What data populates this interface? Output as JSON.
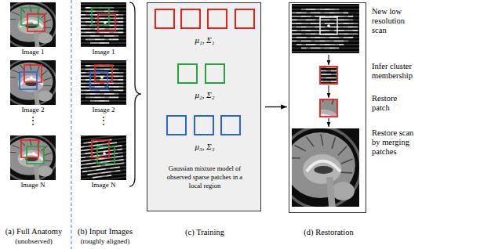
{
  "diagram": {
    "nodes": [
      {
        "text": [
          "μ₁, Σ₁",
          "μ₂, Σ₂",
          "μ₃, Σ₃",
          "Gaussian mixture model of observed sparse patches in a local region",
          "(c) Training"
        ]
      },
      {
        "text": [
          "New low resolution scan",
          "Infer cluster membership",
          "Restore patch",
          "Restore scan by merging patches",
          "(d) Restoration"
        ]
      }
    ],
    "edges": [
      {
        "from": 0,
        "to": 1,
        "arrow": "to"
      }
    ],
    "labels": [
      "Image 1",
      "Image 2",
      "⋮",
      "Image N",
      "(a) Full Anatomy",
      "(unobserved)",
      "Image 1",
      "Image 2",
      "⋮",
      "Image N",
      "(b) Input Images",
      "(roughly aligned)"
    ]
  }
}
